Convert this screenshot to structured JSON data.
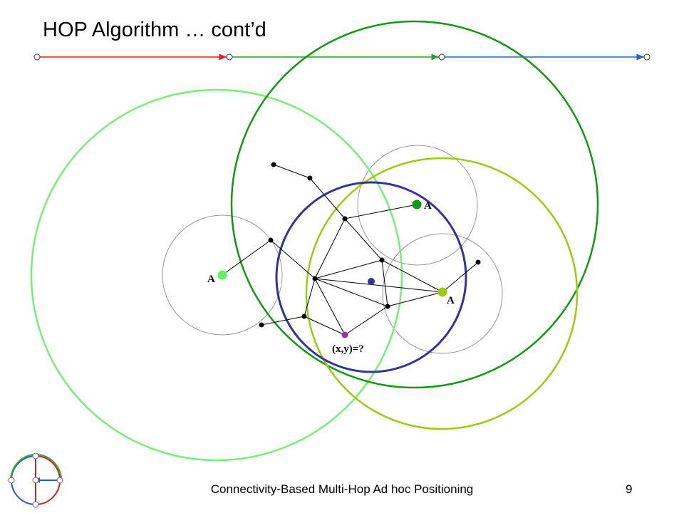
{
  "slide": {
    "title": "HOP Algorithm … cont’d",
    "footer": "Connectivity-Based Multi-Hop Ad hoc Positioning",
    "page_number": "9"
  },
  "diagram": {
    "anchor_label": "A",
    "unknown_label": "(x,y)=?",
    "progress_arrows": [
      {
        "name": "red-arrow",
        "color": "#e02020"
      },
      {
        "name": "green-arrow",
        "color": "#2a9a3a"
      },
      {
        "name": "blue-arrow",
        "color": "#2a5fcc"
      }
    ],
    "colors": {
      "anchor_light_green": "#66ee66",
      "anchor_dark_green": "#119911",
      "anchor_yellow_green": "#99cc11",
      "estimate_blue": "#333399",
      "unknown_node": "#993399",
      "radio_range": "#999999"
    }
  },
  "logo": {
    "name": "network-logo",
    "colors": {
      "red": "#cc2222",
      "green": "#33aa33",
      "blue": "#3355cc"
    }
  }
}
